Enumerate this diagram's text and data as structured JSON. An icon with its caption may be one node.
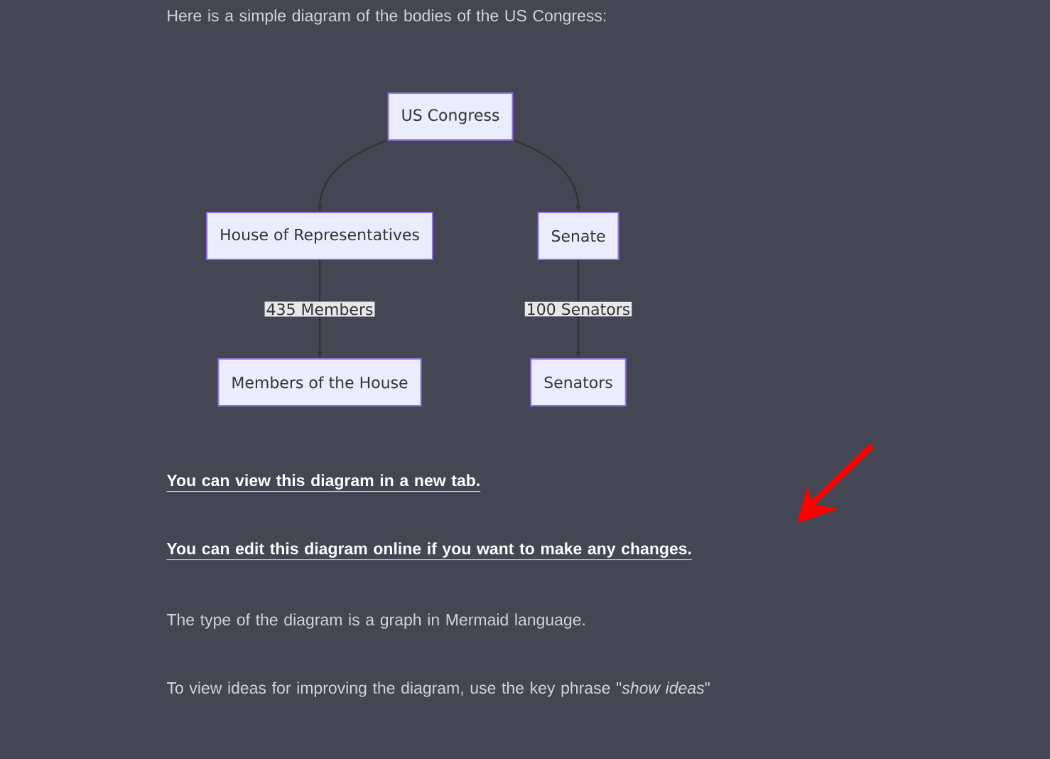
{
  "diagram": {
    "nodes": [
      {
        "text": [
          "US Congress"
        ]
      },
      {
        "text": [
          "House of Representatives"
        ]
      },
      {
        "text": [
          "Senate"
        ]
      },
      {
        "text": [
          "Members of the House"
        ]
      },
      {
        "text": [
          "Senators"
        ]
      }
    ],
    "edges": [
      {
        "from": 0,
        "to": 1,
        "arrow": "to"
      },
      {
        "from": 0,
        "to": 2,
        "arrow": "to"
      },
      {
        "from": 1,
        "to": 3,
        "arrow": "to",
        "label": "435 Members"
      },
      {
        "from": 2,
        "to": 4,
        "arrow": "to",
        "label": "100 Senators"
      }
    ],
    "labels": [
      "Here is a simple diagram of the bodies of the US Congress:",
      "You can view this diagram in a new tab.",
      "You can edit this diagram online if you want to make any changes.",
      "The type of the diagram is a graph in Mermaid language.",
      "To view ideas for improving the diagram, use the key phrase \"*show ideas*\""
    ]
  }
}
